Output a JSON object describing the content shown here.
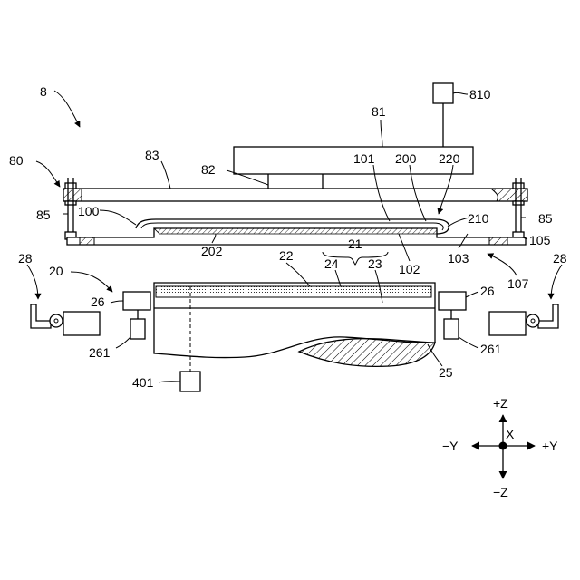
{
  "labels": {
    "l8": "8",
    "l80": "80",
    "l81": "81",
    "l82": "82",
    "l83": "83",
    "l810": "810",
    "l85a": "85",
    "l85b": "85",
    "l100": "100",
    "l101": "101",
    "l200": "200",
    "l220": "220",
    "l210": "210",
    "l202": "202",
    "l102": "102",
    "l103": "103",
    "l105": "105",
    "l107": "107",
    "l22": "22",
    "l21": "21",
    "l24": "24",
    "l23": "23",
    "l20": "20",
    "l26a": "26",
    "l26b": "26",
    "l28a": "28",
    "l28b": "28",
    "l261a": "261",
    "l261b": "261",
    "l25": "25",
    "l401": "401"
  },
  "axes": {
    "plus_z": "+Z",
    "minus_z": "−Z",
    "minus_y": "−Y",
    "plus_y": "+Y",
    "x": "X"
  }
}
